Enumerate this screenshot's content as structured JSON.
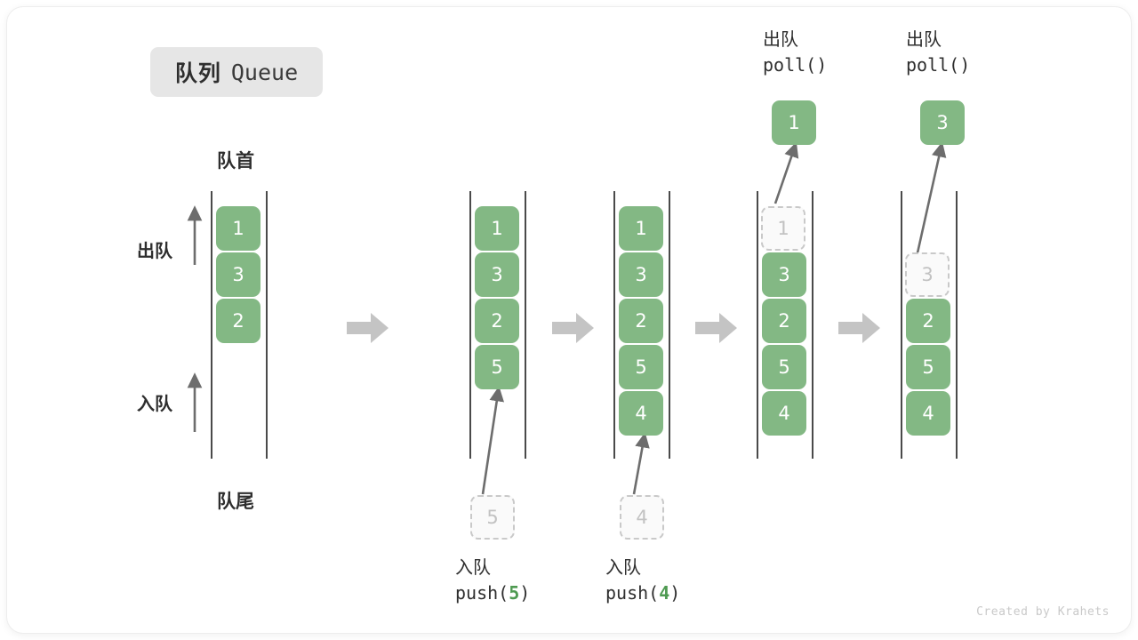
{
  "title": {
    "cn": "队列",
    "en": "Queue"
  },
  "labels": {
    "front": "队首",
    "rear": "队尾",
    "dequeue_side": "出队",
    "enqueue_side": "入队"
  },
  "colors": {
    "cell_fill": "#83b884",
    "cell_text": "#ffffff",
    "ghost_border": "#c9c9c9",
    "ghost_text": "#c2c2c2",
    "rail": "#4a4a4a",
    "step_arrow": "#c4c4c4",
    "badge_bg": "#e6e6e6",
    "accent_number": "#4e9a51",
    "credit": "#c9c9c9"
  },
  "credit": "Created by Krahets",
  "stages": [
    {
      "id": "initial",
      "cells": [
        "1",
        "3",
        "2"
      ],
      "incoming": null,
      "outgoing": null,
      "caption": null
    },
    {
      "id": "after-push-5",
      "cells": [
        "1",
        "3",
        "2",
        "5"
      ],
      "incoming": {
        "value": "5"
      },
      "outgoing": null,
      "caption": {
        "cn": "入队",
        "fn": "push(",
        "arg": "5",
        "fn_close": ")"
      }
    },
    {
      "id": "after-push-4",
      "cells": [
        "1",
        "3",
        "2",
        "5",
        "4"
      ],
      "incoming": {
        "value": "4"
      },
      "outgoing": null,
      "caption": {
        "cn": "入队",
        "fn": "push(",
        "arg": "4",
        "fn_close": ")"
      }
    },
    {
      "id": "after-poll-1",
      "cells": [
        "1",
        "3",
        "2",
        "5",
        "4"
      ],
      "ghost_index": 0,
      "incoming": null,
      "outgoing": {
        "value": "1"
      },
      "caption": {
        "cn": "出队",
        "fn": "poll(",
        "arg": "",
        "fn_close": ")"
      }
    },
    {
      "id": "after-poll-3",
      "cells": [
        "",
        "3",
        "2",
        "5",
        "4"
      ],
      "ghost_index": 1,
      "incoming": null,
      "outgoing": {
        "value": "3"
      },
      "caption": {
        "cn": "出队",
        "fn": "poll(",
        "arg": "",
        "fn_close": ")"
      }
    }
  ],
  "step_arrows": 4
}
